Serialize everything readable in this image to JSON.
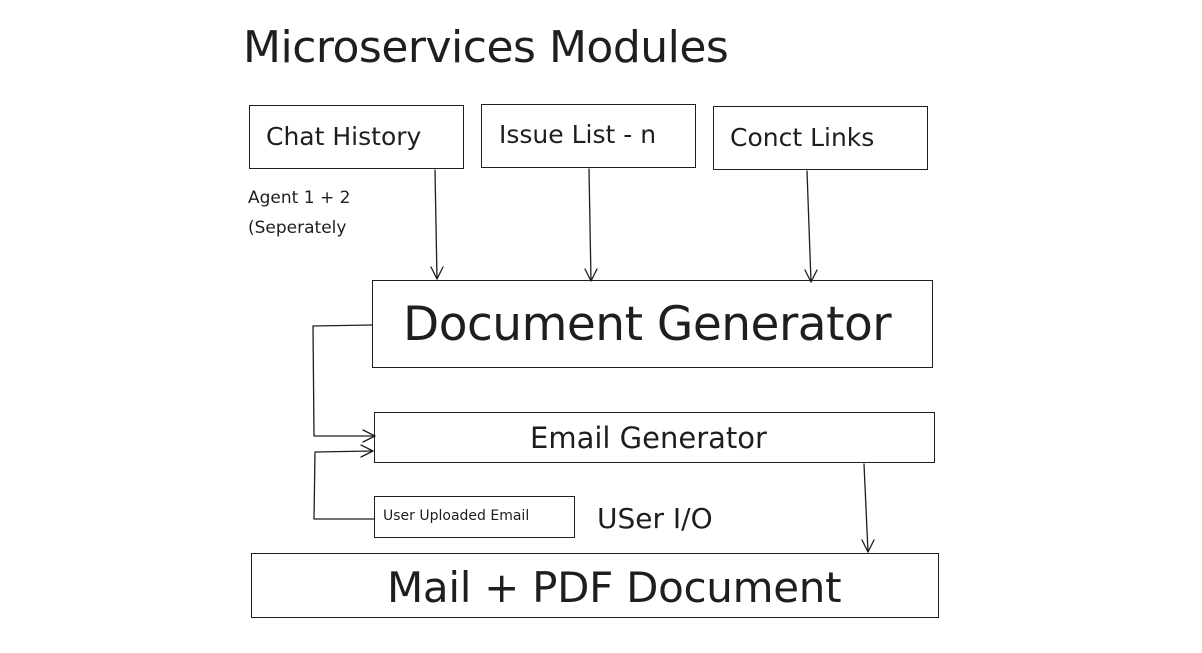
{
  "diagram": {
    "title": "Microservices Modules",
    "nodes": {
      "chat_history": "Chat History",
      "issue_list": "Issue List - n",
      "conct_links": "Conct Links",
      "document_generator": "Document Generator",
      "email_generator": "Email Generator",
      "user_uploaded_email": "User Uploaded Email",
      "mail_pdf_document": "Mail + PDF Document"
    },
    "annotations": {
      "agent_line1": "Agent 1 + 2",
      "agent_line2": "(Seperately",
      "user_io": "USer I/O"
    },
    "edges": [
      {
        "from": "Chat History",
        "to": "Document Generator"
      },
      {
        "from": "Issue List - n",
        "to": "Document Generator"
      },
      {
        "from": "Conct Links",
        "to": "Document Generator"
      },
      {
        "from": "Document Generator",
        "to": "Email Generator"
      },
      {
        "from": "User Uploaded Email",
        "to": "Email Generator"
      },
      {
        "from": "Email Generator",
        "to": "Mail + PDF Document"
      }
    ]
  }
}
